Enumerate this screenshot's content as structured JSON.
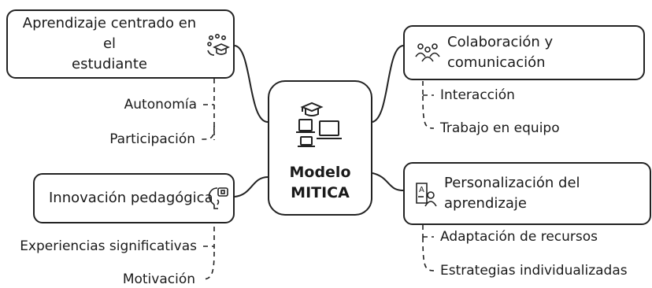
{
  "center": {
    "line1": "Modelo",
    "line2": "MITICA",
    "icon": "teacher-laptops-icon"
  },
  "branches": {
    "top_left": {
      "title_line1": "Aprendizaje centrado en el",
      "title_line2": "estudiante",
      "icon": "student-cap-icon",
      "items": [
        "Autonomía",
        "Participación"
      ]
    },
    "bottom_left": {
      "title": "Innovación pedagógica",
      "icon": "lightbulb-icon",
      "items": [
        "Experiencias significativas",
        "Motivación"
      ]
    },
    "top_right": {
      "title": "Colaboración y comunicación",
      "icon": "people-group-icon",
      "items": [
        "Interacción",
        "Trabajo en equipo"
      ]
    },
    "bottom_right": {
      "title": "Personalización del aprendizaje",
      "icon": "profile-document-icon",
      "items": [
        "Adaptación de recursos",
        "Estrategias individualizadas"
      ]
    }
  }
}
